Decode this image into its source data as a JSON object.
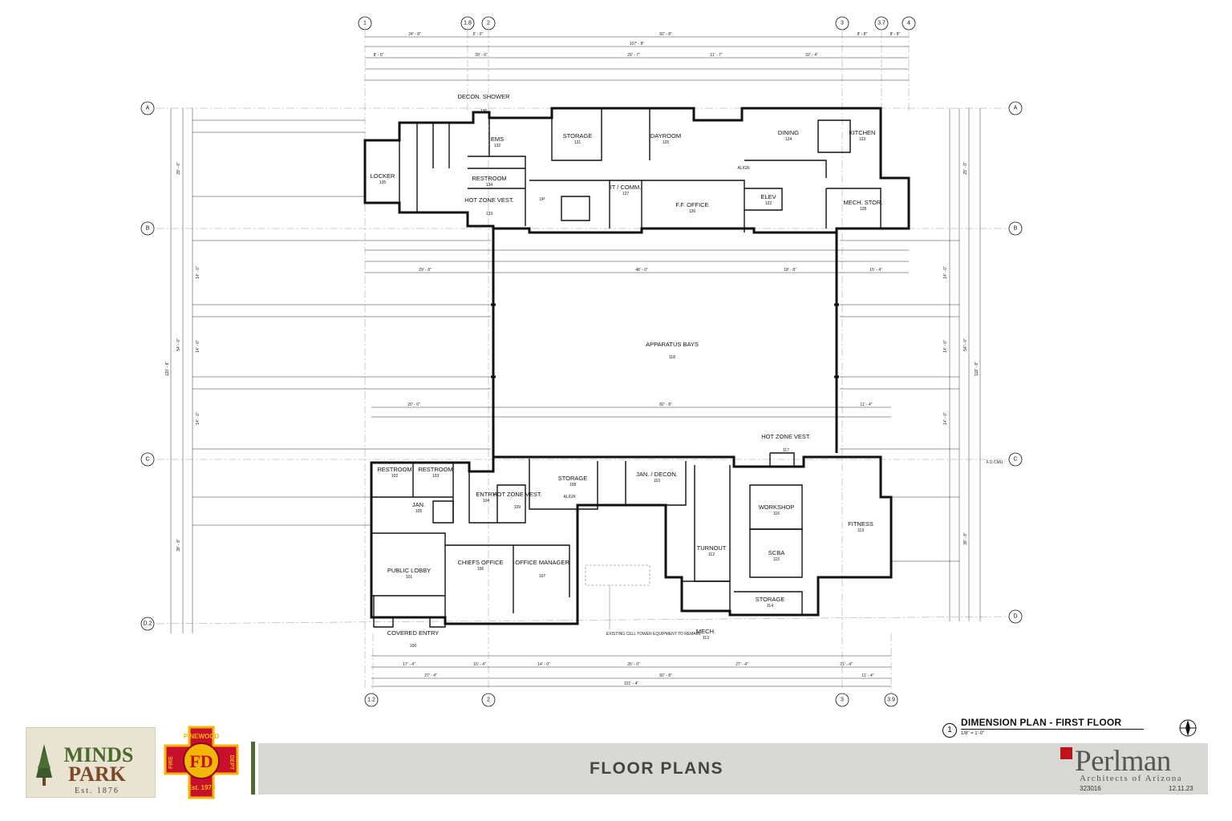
{
  "plan": {
    "rooms": [
      {
        "name": "DECON. SHOWER",
        "number": "136"
      },
      {
        "name": "EMS",
        "number": "132"
      },
      {
        "name": "STORAGE",
        "number": "131"
      },
      {
        "name": "DAYROOM",
        "number": "125"
      },
      {
        "name": "DINING",
        "number": "124"
      },
      {
        "name": "KITCHEN",
        "number": "123"
      },
      {
        "name": "LOCKER",
        "number": "135"
      },
      {
        "name": "RESTROOM",
        "number": "134"
      },
      {
        "name": "HOT ZONE VEST.",
        "number": "133"
      },
      {
        "name": "IT / COMM.",
        "number": "127"
      },
      {
        "name": "F.F. OFFICE",
        "number": "126"
      },
      {
        "name": "ELEV",
        "number": "122"
      },
      {
        "name": "MECH. STOR.",
        "number": "128"
      },
      {
        "name": "APPARATUS BAYS",
        "number": "118"
      },
      {
        "name": "RESTROOM",
        "number": "102"
      },
      {
        "name": "RESTROOM",
        "number": "103"
      },
      {
        "name": "JAN.",
        "number": "105"
      },
      {
        "name": "ENTRY",
        "number": "104"
      },
      {
        "name": "HOT ZONE VEST.",
        "number": "109"
      },
      {
        "name": "STORAGE",
        "number": "108"
      },
      {
        "name": "JAN. / DECON.",
        "number": "110"
      },
      {
        "name": "HOT ZONE VEST.",
        "number": "117"
      },
      {
        "name": "WORKSHOP",
        "number": "116"
      },
      {
        "name": "FITNESS",
        "number": "119"
      },
      {
        "name": "TURNOUT",
        "number": "112"
      },
      {
        "name": "SCBA",
        "number": "115"
      },
      {
        "name": "STORAGE",
        "number": "114"
      },
      {
        "name": "MECH.",
        "number": "113"
      },
      {
        "name": "PUBLIC LOBBY",
        "number": "101"
      },
      {
        "name": "CHIEFS OFFICE",
        "number": "106"
      },
      {
        "name": "OFFICE MANAGER",
        "number": "107"
      },
      {
        "name": "COVERED ENTRY",
        "number": "100"
      }
    ],
    "grid": {
      "top": [
        "1",
        "1.8",
        "2",
        "3",
        "3.7",
        "4"
      ],
      "bottom": [
        "1.2",
        "2",
        "3",
        "3.9"
      ],
      "left": [
        "A",
        "B",
        "C",
        "D.2"
      ],
      "right": [
        "A",
        "B",
        "C",
        "D"
      ]
    },
    "notes": {
      "cell_tower": "EXISTING CELL TOWER EQUIPMENT TO REMAIN.",
      "align": "ALIGN",
      "up": "UP",
      "fo_cmu": "F.O.CMU"
    },
    "dims": {
      "top_overall": "107' - 8\"",
      "top_a": "24' - 8\"",
      "top_b": "5' - 0\"",
      "top_c": "82' - 8\"",
      "top_d": "8' - 8\"",
      "top_e": "8' - 8\"",
      "row3_a": "8' - 0\"",
      "row3_b": "39' - 6\"",
      "row3_c": "29' - 7\"",
      "row3_d": "11' - 7\"",
      "row3_e": "32' - 4\"",
      "b1": "29' - 8\"",
      "b2": "48' - 0\"",
      "b3": "18' - 8\"",
      "b4": "15' - 4\"",
      "mid_a": "20' - 0\"",
      "mid_b": "82' - 8\"",
      "mid_c": "11' - 4\"",
      "bot_overall": "121' - 4\"",
      "bot_a": "27' - 4\"",
      "bot_b": "82' - 8\"",
      "bot_c": "11' - 4\"",
      "bot2_a": "17' - 4\"",
      "bot2_b": "15' - 4\"",
      "bot2_c": "14' - 0\"",
      "bot2_d": "26' - 0\"",
      "bot2_e": "27' - 4\"",
      "bot2_f": "21' - 4\"",
      "left_overall": "120' - 8\"",
      "left_54": "54' - 0\"",
      "left_38": "38' - 8\"",
      "left_29": "29' - 6\"",
      "right_overall": "118' - 8\"",
      "right_29": "29' - 0\"",
      "right_54": "54' - 0\"",
      "right_38": "38' - 8\"",
      "bay_14": "14' - 0\""
    }
  },
  "title_block": {
    "number": "1",
    "title": "DIMENSION PLAN - FIRST FLOOR",
    "scale": "1/8\" = 1'-0\""
  },
  "footer": {
    "sheet_title": "FLOOR PLANS",
    "minds_logo": {
      "line1": "MINDS",
      "line2": "PARK",
      "est": "Est. 1876"
    },
    "fire_logo": {
      "top": "PINEWOOD",
      "left": "FIRE",
      "right": "DEPT",
      "center": "FD",
      "est": "Est. 1973"
    },
    "firm_name": "Perlman",
    "firm_sub": "Architects of Arizona",
    "project_number": "323016",
    "date": "12.11.23",
    "colors": {
      "band": "#d8d9d4",
      "accent_green": "#4f6a33",
      "perlman_red": "#c0121b",
      "fire_red": "#c8102e",
      "fire_gold": "#f2b705"
    }
  }
}
